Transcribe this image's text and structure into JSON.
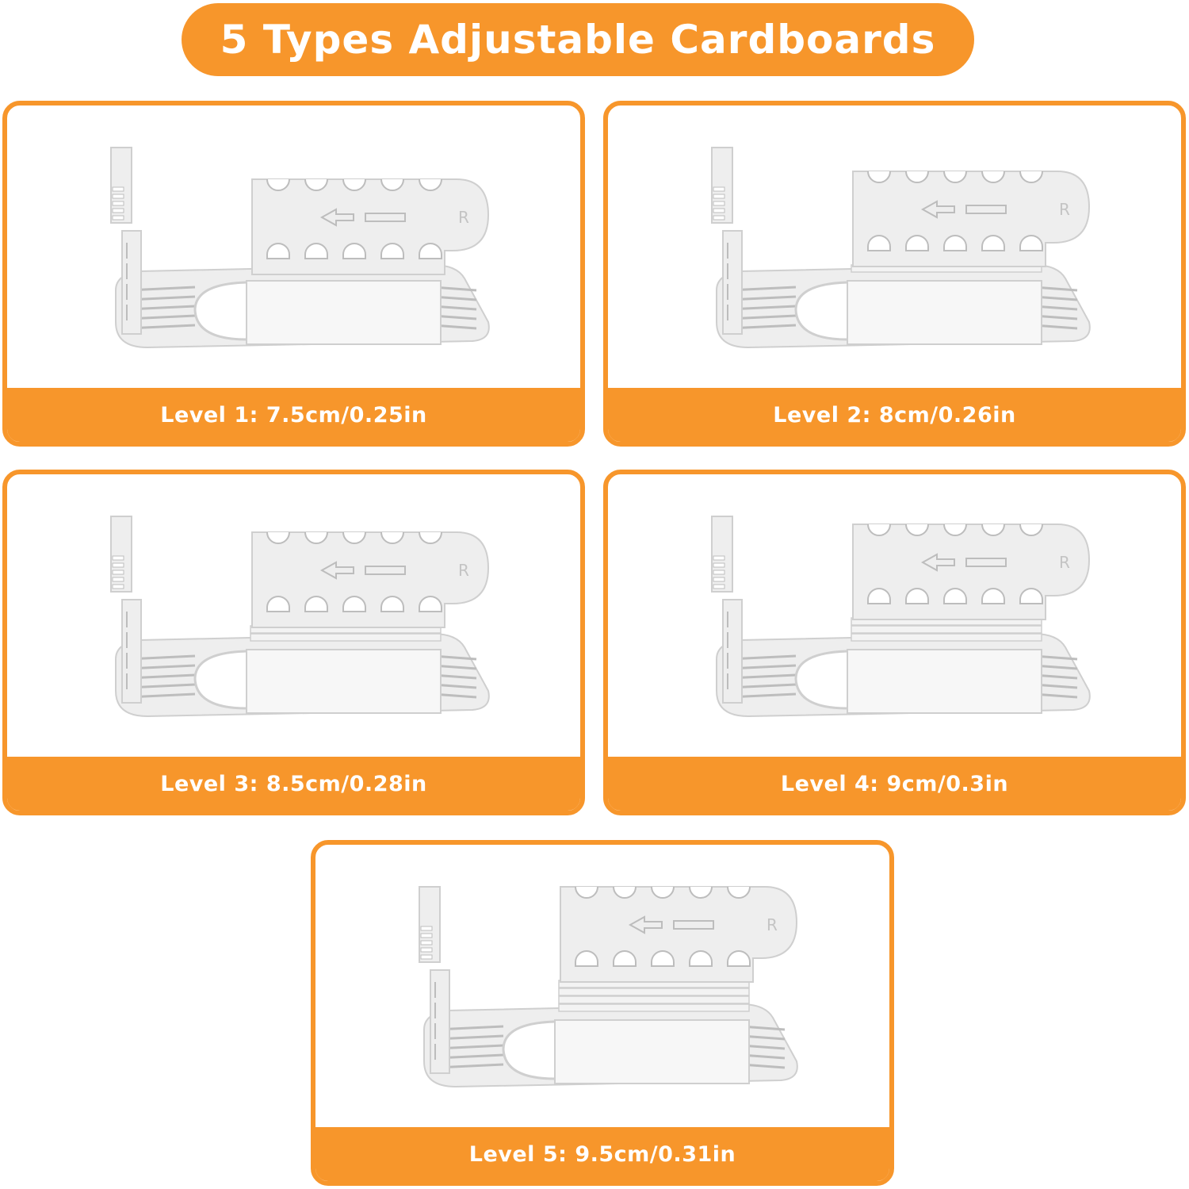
{
  "title": "5 Types Adjustable Cardboards",
  "cards": [
    {
      "caption": "Level 1: 7.5cm/0.25in",
      "mark": "R",
      "riser_level": 0
    },
    {
      "caption": "Level 2: 8cm/0.26in",
      "mark": "R",
      "riser_level": 1
    },
    {
      "caption": "Level 3: 8.5cm/0.28in",
      "mark": "R",
      "riser_level": 2
    },
    {
      "caption": "Level 4: 9cm/0.3in",
      "mark": "R",
      "riser_level": 3
    },
    {
      "caption": "Level 5: 9.5cm/0.31in",
      "mark": "R",
      "riser_level": 4
    }
  ],
  "colors": {
    "accent": "#f7962b",
    "product": "#eeeeee"
  }
}
